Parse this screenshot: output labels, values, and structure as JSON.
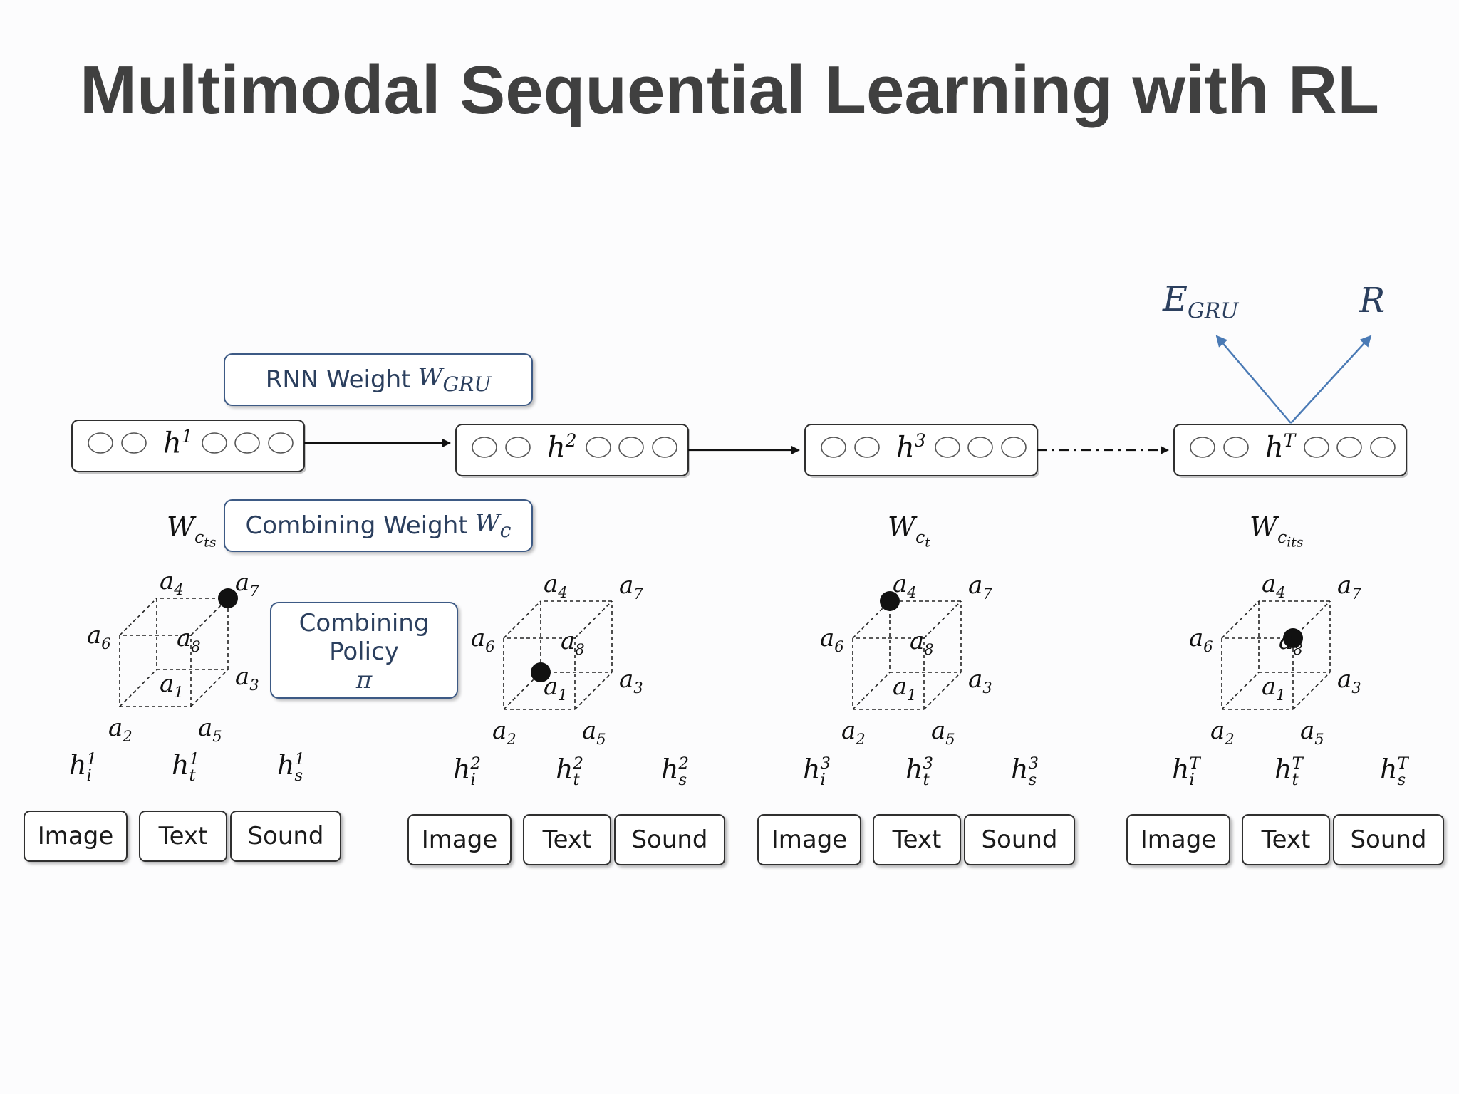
{
  "title": "Multimodal Sequential Learning with RL",
  "rnn_weight": {
    "text": "RNN Weight",
    "symbol": "W",
    "sub": "GRU"
  },
  "combining_weight": {
    "text": "Combining Weight",
    "symbol": "W",
    "sub": "c"
  },
  "combining_policy": {
    "line1": "Combining",
    "line2": "Policy",
    "symbol": "π"
  },
  "outputs": {
    "e": "E",
    "e_sub": "GRU",
    "r": "R"
  },
  "hidden_states": [
    {
      "base": "h",
      "sup": "1"
    },
    {
      "base": "h",
      "sup": "2"
    },
    {
      "base": "h",
      "sup": "3"
    },
    {
      "base": "h",
      "sup": "T"
    }
  ],
  "weight_labels": [
    {
      "base": "W",
      "sub": "c",
      "subsub": "ts"
    },
    {
      "base": "W",
      "sub": "c",
      "subsub": "t"
    },
    {
      "base": "W",
      "sub": "c",
      "subsub": "its"
    }
  ],
  "cube_vertex_labels": [
    "a1",
    "a2",
    "a3",
    "a4",
    "a5",
    "a6",
    "a7",
    "a8"
  ],
  "cube_selected_actions": [
    "a7",
    "a1",
    "a4",
    "a8"
  ],
  "modality_labels": [
    "Image",
    "Text",
    "Sound"
  ],
  "modality_hidden": [
    {
      "base": "h",
      "subs": [
        "i",
        "t",
        "s"
      ],
      "sup": "1"
    },
    {
      "base": "h",
      "subs": [
        "i",
        "t",
        "s"
      ],
      "sup": "2"
    },
    {
      "base": "h",
      "subs": [
        "i",
        "t",
        "s"
      ],
      "sup": "3"
    },
    {
      "base": "h",
      "subs": [
        "i",
        "t",
        "s"
      ],
      "sup": "T"
    }
  ],
  "colors": {
    "title": "#404040",
    "blue_text": "#2b3f5e",
    "blue_border": "#3d5a85",
    "arrow_blue": "#4a7ab5",
    "black": "#111111"
  }
}
